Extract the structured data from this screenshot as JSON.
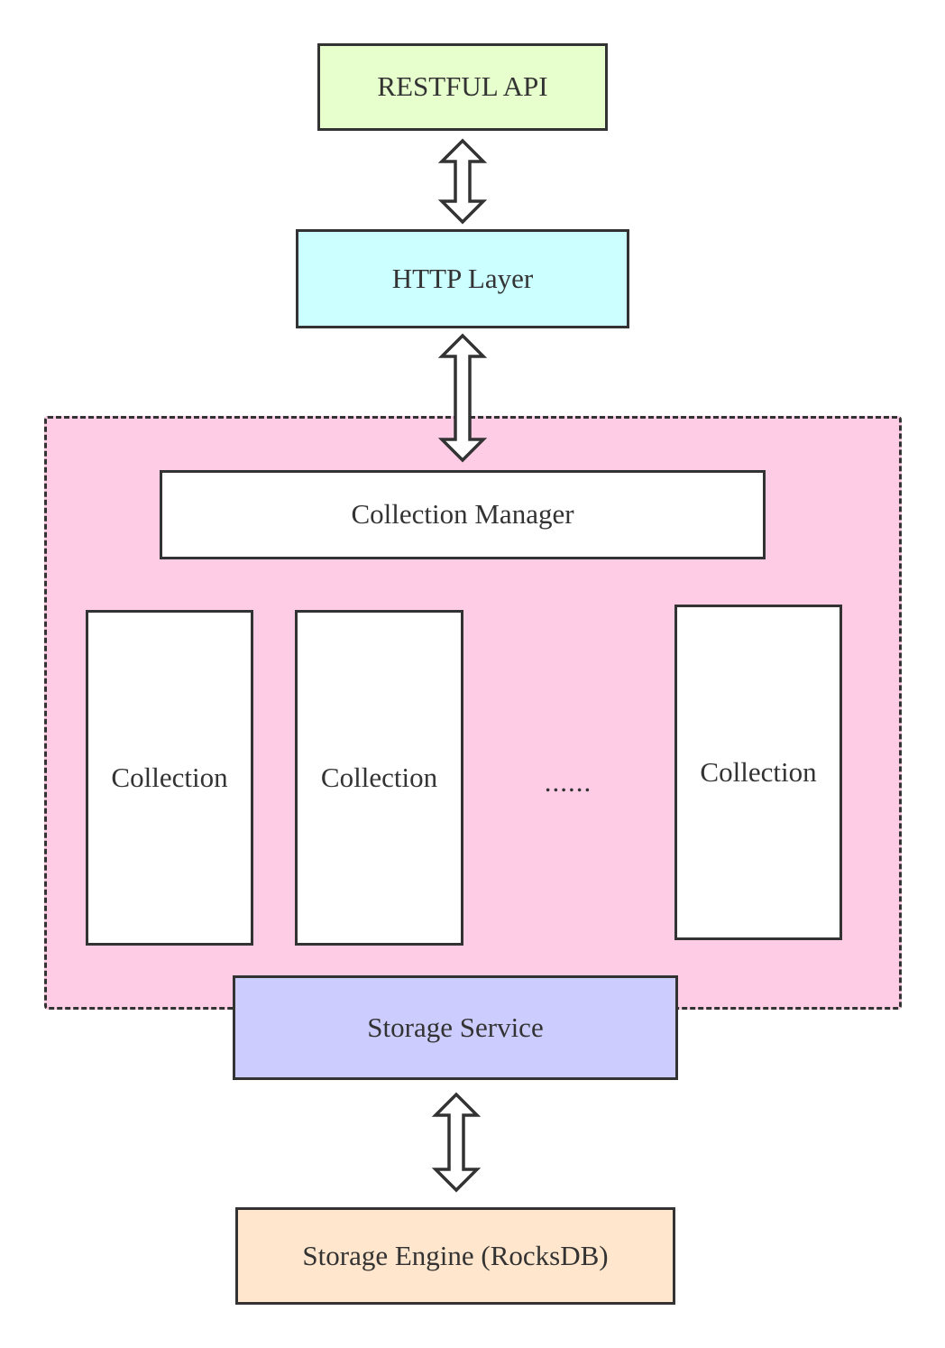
{
  "diagram": {
    "colors": {
      "restful_api": "#e6ffcc",
      "http_layer": "#ccffff",
      "core_group": "#ffcce6",
      "collection_manager": "#ffffff",
      "collection": "#ffffff",
      "storage_service": "#ccccff",
      "storage_engine": "#ffe6cc",
      "stroke": "#333333"
    },
    "nodes": {
      "restful_api": "RESTFUL API",
      "http_layer": "HTTP Layer",
      "collection_manager": "Collection Manager",
      "collections": [
        "Collection",
        "Collection",
        "Collection"
      ],
      "ellipsis": "......",
      "storage_service": "Storage Service",
      "storage_engine": "Storage Engine (RocksDB)"
    },
    "edges": [
      {
        "from": "RESTFUL API",
        "to": "HTTP Layer",
        "style": "double-arrow"
      },
      {
        "from": "HTTP Layer",
        "to": "Collection Manager",
        "style": "double-arrow"
      },
      {
        "from": "Storage Service",
        "to": "Storage Engine (RocksDB)",
        "style": "double-arrow"
      }
    ]
  }
}
